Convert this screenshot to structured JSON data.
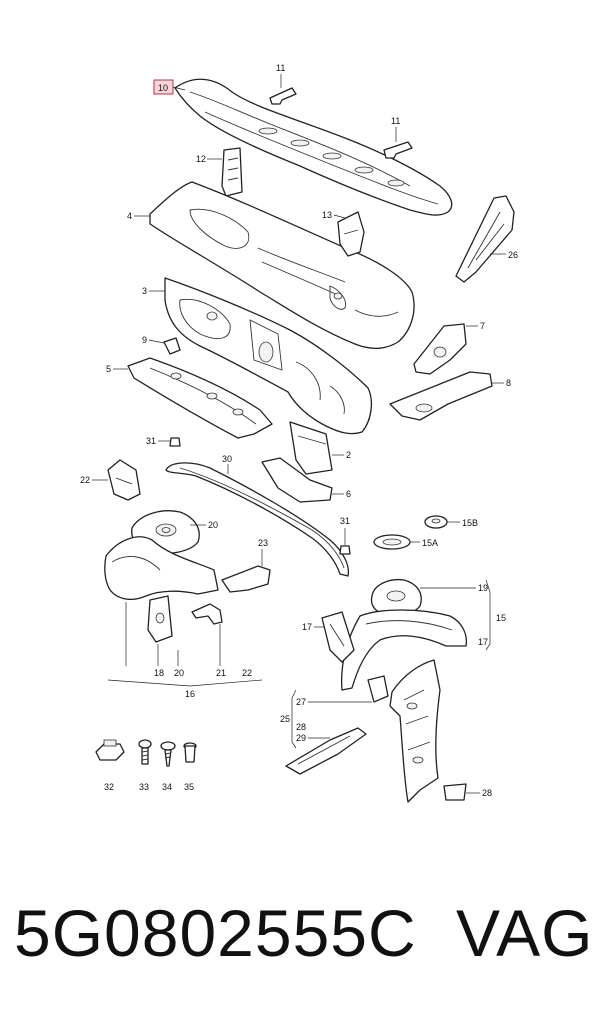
{
  "callouts": {
    "c10": "10",
    "c11a": "11",
    "c11b": "11",
    "c12": "12",
    "c4": "4",
    "c13": "13",
    "c26": "26",
    "c3": "3",
    "c9": "9",
    "c7": "7",
    "c5": "5",
    "c8": "8",
    "c31a": "31",
    "c30": "30",
    "c2": "2",
    "c22a": "22",
    "c6": "6",
    "c15b": "15B",
    "c20a": "20",
    "c31b": "31",
    "c15a": "15A",
    "c23": "23",
    "c19": "19",
    "c15": "15",
    "c17a": "17",
    "c17b": "17",
    "c18": "18",
    "c20b": "20",
    "c21": "21",
    "c22b": "22",
    "c16": "16",
    "c27": "27",
    "c25": "25",
    "c28a": "28",
    "c29": "29",
    "c32": "32",
    "c33": "33",
    "c34": "34",
    "c35": "35",
    "c28b": "28"
  },
  "footer": {
    "part_number": "5G0802555C",
    "brand": "VAG"
  },
  "colors": {
    "highlight_fill": "#f6d6dc",
    "highlight_stroke": "#c0303e",
    "line": "#222222"
  }
}
